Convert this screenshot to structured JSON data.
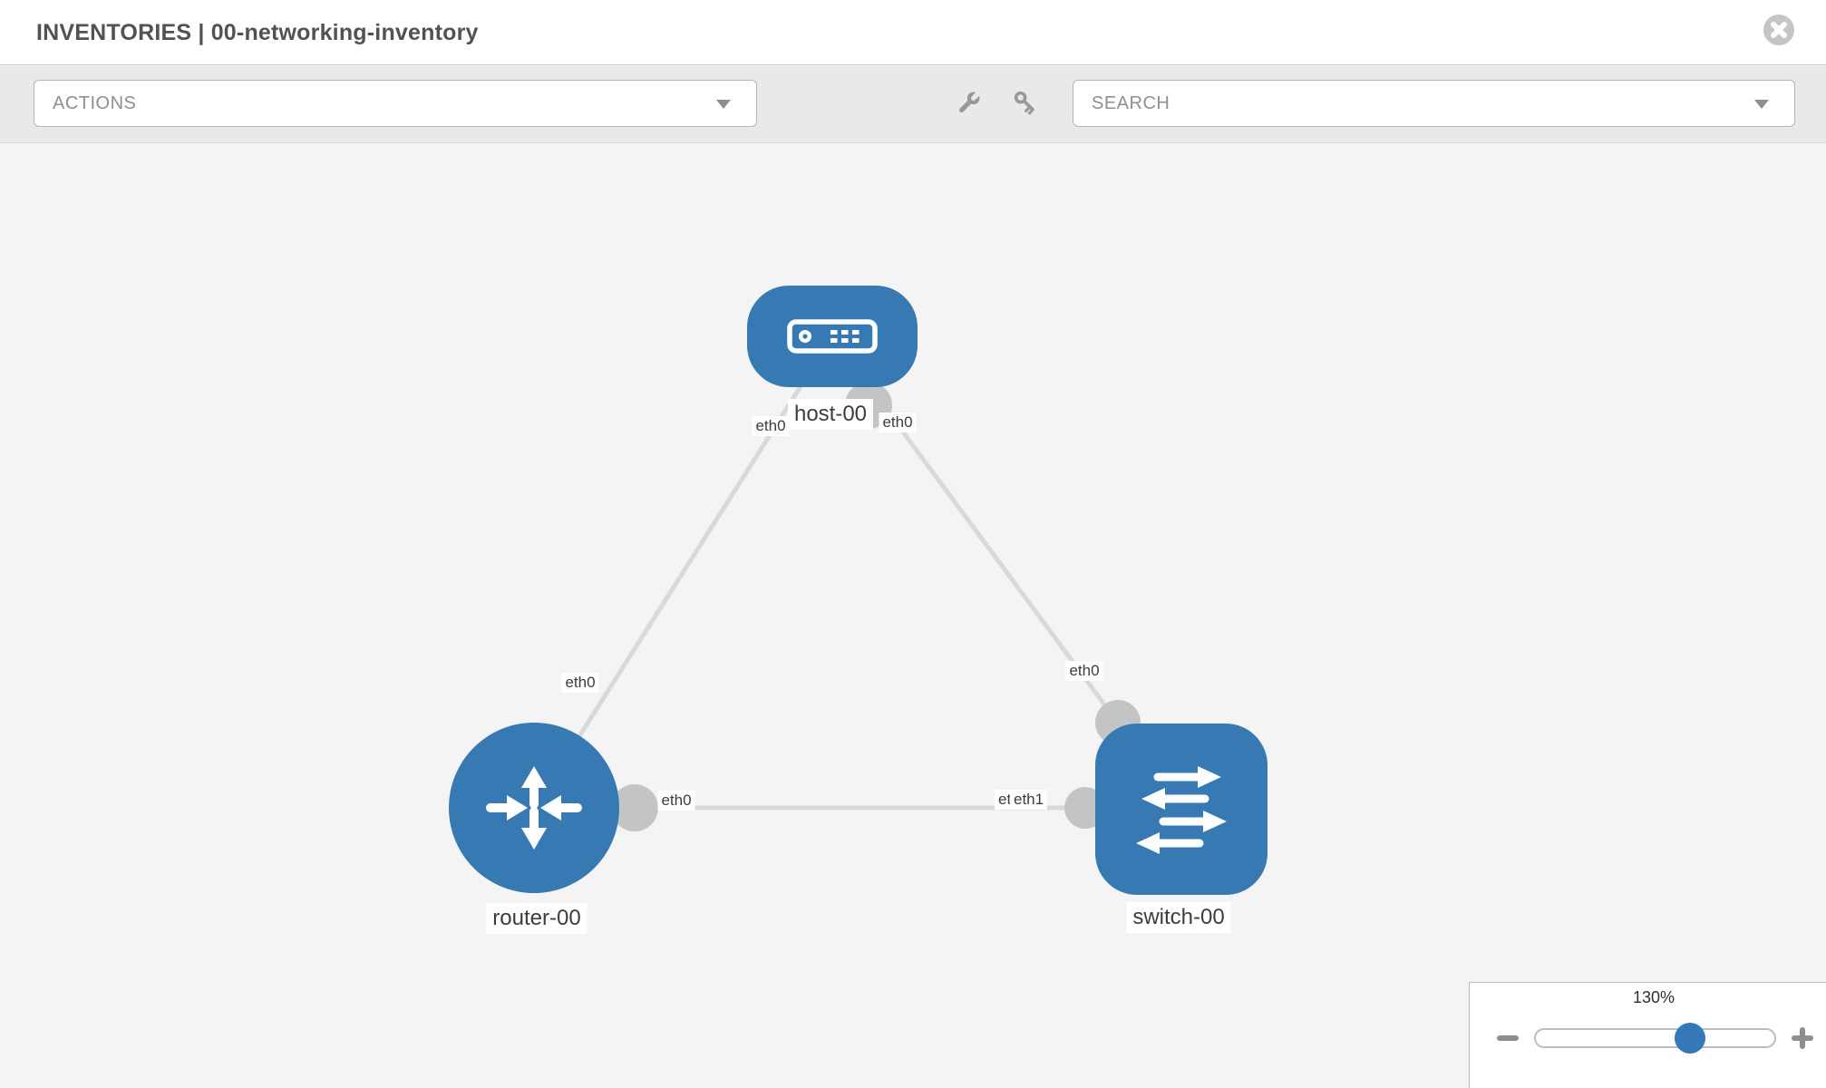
{
  "header": {
    "title": "INVENTORIES | 00-networking-inventory",
    "close_icon": "x-circle-icon"
  },
  "toolbar": {
    "actions_label": "ACTIONS",
    "search_label": "SEARCH",
    "icons": [
      "wrench-icon",
      "key-icon",
      "chevron-down-icon"
    ]
  },
  "topology": {
    "nodes": [
      {
        "id": "host-00",
        "type": "host",
        "label": "host-00",
        "icon": "host-icon"
      },
      {
        "id": "router-00",
        "type": "router",
        "label": "router-00",
        "icon": "router-icon"
      },
      {
        "id": "switch-00",
        "type": "switch",
        "label": "switch-00",
        "icon": "switch-icon"
      }
    ],
    "links": [
      {
        "from": "host-00",
        "to": "router-00"
      },
      {
        "from": "host-00",
        "to": "switch-00"
      },
      {
        "from": "router-00",
        "to": "switch-00"
      }
    ],
    "interface_labels": [
      {
        "link": "host-00/router-00",
        "end": "host",
        "text": "eth0"
      },
      {
        "link": "host-00/switch-00",
        "end": "host",
        "text": "eth0"
      },
      {
        "link": "host-00/router-00",
        "end": "router",
        "text": "eth0"
      },
      {
        "link": "host-00/switch-00",
        "end": "switch",
        "text": "eth0"
      },
      {
        "link": "router-00/switch-00",
        "end": "router",
        "text": "eth0"
      },
      {
        "link": "router-00/switch-00",
        "end": "switch-under",
        "text": "eth0"
      },
      {
        "link": "router-00/switch-00",
        "end": "switch",
        "text": "eth1"
      }
    ]
  },
  "zoom_control": {
    "level": "130%",
    "percent": 130,
    "minus_icon": "zoom-out-icon",
    "plus_icon": "zoom-in-icon"
  },
  "colors": {
    "node_fill": "#3779b3",
    "link": "#d9d9da",
    "port": "#c3c4c5",
    "slider_knob": "#3478b5",
    "toolbar_bg": "#e9e9ea",
    "canvas_bg": "#f4f4f5"
  }
}
